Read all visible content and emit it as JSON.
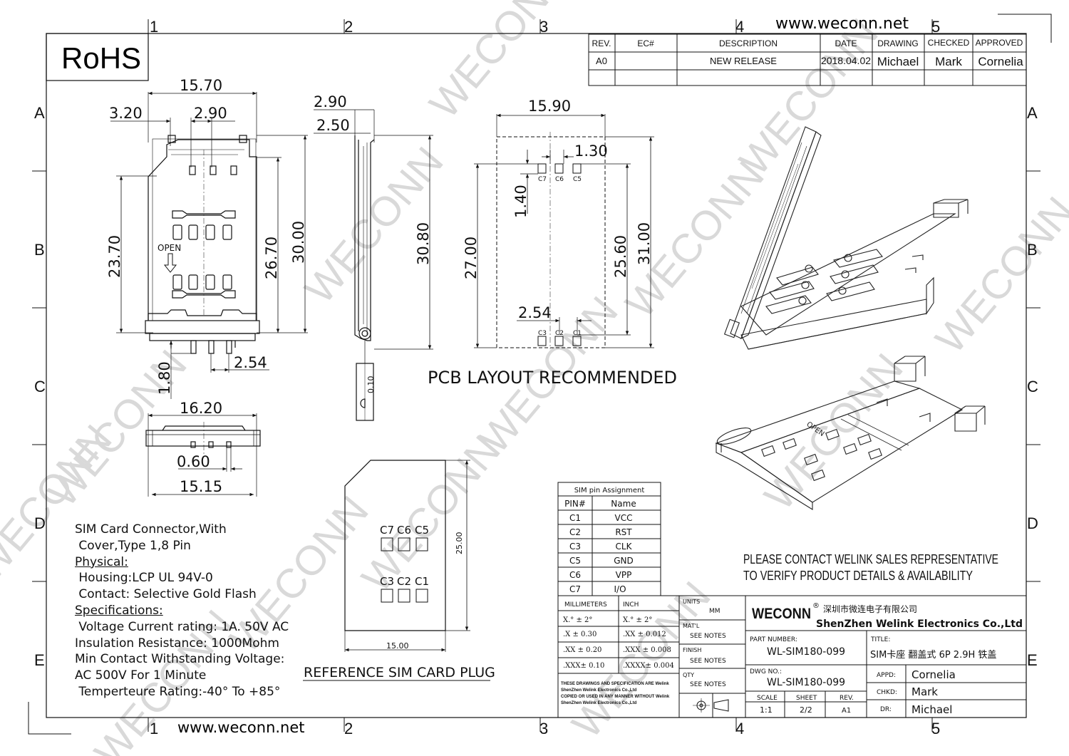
{
  "header": {
    "rohs": "RoHS",
    "website_top": "www.weconn.net",
    "website_bottom": "www.weconn.net"
  },
  "grid": {
    "columns": [
      "1",
      "2",
      "3",
      "4",
      "5"
    ],
    "rows": [
      "A",
      "B",
      "C",
      "D",
      "E"
    ]
  },
  "watermark": "WECONN",
  "revision_table": {
    "headers": [
      "REV.",
      "EC#",
      "DESCRIPTION",
      "DATE",
      "DRAWING",
      "CHECKED",
      "APPROVED"
    ],
    "row": [
      "A0",
      "",
      "NEW RELEASE",
      "2018.04.02",
      "Michael",
      "Mark",
      "Cornelia"
    ]
  },
  "top_view": {
    "width": "15.70",
    "left_offset": "3.20",
    "pin_gap": "2.90",
    "height_left": "23.70",
    "height_inner": "26.70",
    "height_total": "30.00",
    "tail": "1.80",
    "pitch": "2.54",
    "open_label": "OPEN"
  },
  "side_view": {
    "height_top": "2.90",
    "height_body": "2.50",
    "length": "30.80",
    "thickness": "0.10"
  },
  "front_view": {
    "width_total": "16.20",
    "pin_width": "0.60",
    "width_base": "15.15"
  },
  "pcb_layout": {
    "title": "PCB LAYOUT RECOMMENDED",
    "width": "15.90",
    "pad_gap": "1.30",
    "pad_size": "1.40",
    "height_left": "27.00",
    "height_inner": "25.60",
    "height_right": "31.00",
    "pitch": "2.54",
    "top_pads": [
      "C7",
      "C6",
      "C5"
    ],
    "bottom_pads": [
      "C3",
      "C2",
      "C1"
    ]
  },
  "sim_card": {
    "caption": "REFERENCE SIM CARD PLUG",
    "top_labels": [
      "C7",
      "C6",
      "C5"
    ],
    "bottom_labels": [
      "C3",
      "C2",
      "C1"
    ],
    "width": "15.00",
    "height": "25.00"
  },
  "notes": [
    "SIM Card Connector,With",
    " Cover,Type 1,8 Pin",
    "Physical:",
    " Housing:LCP UL 94V-0",
    " Contact: Selective Gold Flash",
    "Specifications:",
    " Voltage Current rating: 1A. 50V AC",
    "Insulation Resistance: 1000Mohm",
    "Min Contact Withstanding Voltage:",
    "AC 500V For 1 Minute",
    " Temperteure Rating:-40° To +85°"
  ],
  "pin_table": {
    "title": "SIM pin Assignment",
    "headers": [
      "PIN#",
      "Name"
    ],
    "rows": [
      [
        "C1",
        "VCC"
      ],
      [
        "C2",
        "RST"
      ],
      [
        "C3",
        "CLK"
      ],
      [
        "C5",
        "GND"
      ],
      [
        "C6",
        "VPP"
      ],
      [
        "C7",
        "I/O"
      ]
    ]
  },
  "disclaimer": [
    "PLEASE CONTACT WELINK SALES REPRESENTATIVE",
    "TO VERIFY PRODUCT DETAILS & AVAILABILITY"
  ],
  "tolerance": {
    "mm_header": "MILLIMETERS",
    "inch_header": "INCH",
    "mm": [
      "X.°  ± 2°",
      ".X   ± 0.30",
      ".XX  ± 0.20",
      ".XXX± 0.10"
    ],
    "inch": [
      "X.°  ± 2°",
      ".XX   ± 0.012",
      ".XXX  ± 0.008",
      ".XXXX± 0.004"
    ],
    "legal": [
      "THESE DRAWINGS AND SPECIFICATION  ARE Welink",
      "ShenZhen Welink Electronics Co.,Ltd",
      "COPIED OR USED IN ANY MANNER WITHOUT Welink",
      "ShenZhen Welink Electronics Co.,Ltd"
    ]
  },
  "material": {
    "units_label": "UNITS",
    "units": "MM",
    "matl_label": "MAT'L",
    "matl": "SEE NOTES",
    "finish_label": "FINISH",
    "finish": "SEE NOTES",
    "qty_label": "QTY",
    "qty": "SEE NOTES"
  },
  "title_block": {
    "brand": "WECONN",
    "reg": "®",
    "company_cn": "深圳市微连电子有限公司",
    "company_en": "ShenZhen Welink Electronics Co.,Ltd",
    "part_label": "PART NUMBER:",
    "part": "WL-SIM180-099",
    "dwg_label": "DWG NO.:",
    "dwg": "WL-SIM180-099",
    "title_label": "TITLE:",
    "title": "SIM卡座 翻盖式 6P 2.9H 铁盖",
    "scale_label": "SCALE",
    "scale": "1:1",
    "sheet_label": "SHEET",
    "sheet": "2/2",
    "rev_label": "REV.",
    "rev": "A1",
    "appd_label": "APPD:",
    "appd": "Cornelia",
    "chkd_label": "CHKD:",
    "chkd": "Mark",
    "dr_label": "DR:",
    "dr": "Michael"
  }
}
